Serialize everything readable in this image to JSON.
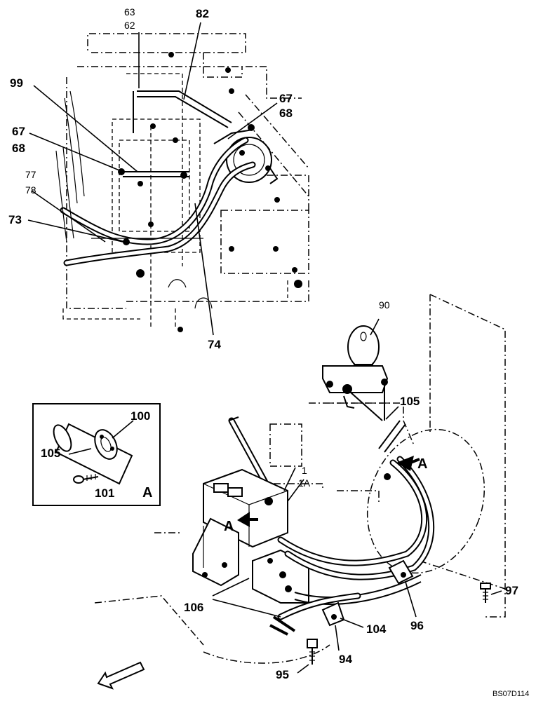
{
  "callouts": {
    "c63": "63",
    "c62": "62",
    "c82": "82",
    "c99": "99",
    "c67a": "67",
    "c68a": "68",
    "c67b": "67",
    "c68b": "68",
    "c77": "77",
    "c78": "78",
    "c73": "73",
    "c74": "74",
    "c90": "90",
    "c105a": "105",
    "c100": "100",
    "c105b": "105",
    "c101": "101",
    "c1": "1",
    "c1a": "1A",
    "c106": "106",
    "c104": "104",
    "c96": "96",
    "c97": "97",
    "c94": "94",
    "c95": "95"
  },
  "view_markers": {
    "detail_label": "A",
    "arrow_label_right": "A",
    "arrow_label_left": "A"
  },
  "drawing_code": "BS07D114"
}
